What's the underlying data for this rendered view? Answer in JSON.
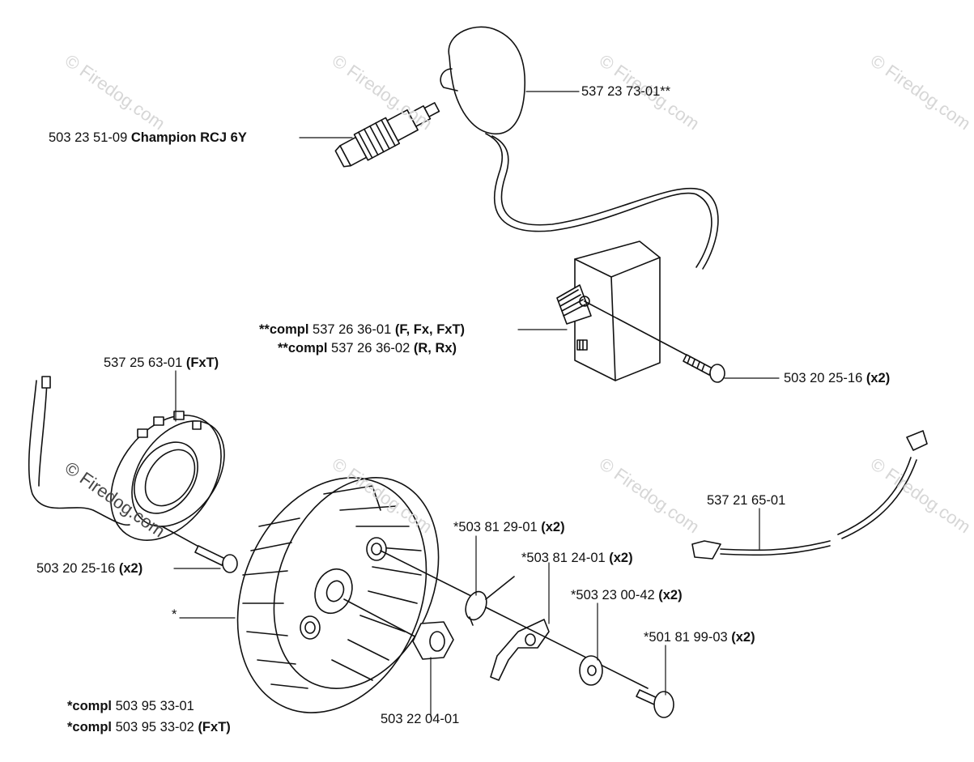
{
  "watermark": "© Firedog.com",
  "labels": {
    "plug_cap": {
      "num": "537 23 73-01**",
      "bold": ""
    },
    "spark_plug": {
      "num": "503 23 51-09 ",
      "bold": "Champion RCJ 6Y"
    },
    "module1": {
      "prefix": "**compl",
      "num": " 537 26 36-01 ",
      "bold": "(F, Fx, FxT)"
    },
    "module2": {
      "prefix": "**compl",
      "num": " 537 26 36-02 ",
      "bold": "(R, Rx)"
    },
    "module_screw": {
      "num": "503 20 25-16 ",
      "bold": "(x2)"
    },
    "sensor": {
      "num": "537 25 63-01 ",
      "bold": "(FxT)"
    },
    "cable": {
      "num": "537 21 65-01",
      "bold": ""
    },
    "sensor_screw": {
      "num": "503 20 25-16 ",
      "bold": "(x2)"
    },
    "spring": {
      "num": "*503 81 29-01 ",
      "bold": "(x2)"
    },
    "pawl": {
      "num": "*503 81 24-01 ",
      "bold": "(x2)"
    },
    "washer": {
      "num": "*503 23 00-42 ",
      "bold": "(x2)"
    },
    "pawl_screw": {
      "num": "*501 81 99-03 ",
      "bold": "(x2)"
    },
    "flywheel_star": {
      "num": "*",
      "bold": ""
    },
    "nut": {
      "num": "503 22 04-01",
      "bold": ""
    },
    "flywheel1": {
      "prefix": "*compl",
      "num": " 503 95 33-01",
      "bold": ""
    },
    "flywheel2": {
      "prefix": "*compl",
      "num": " 503 95 33-02 ",
      "bold": "(FxT)"
    }
  }
}
